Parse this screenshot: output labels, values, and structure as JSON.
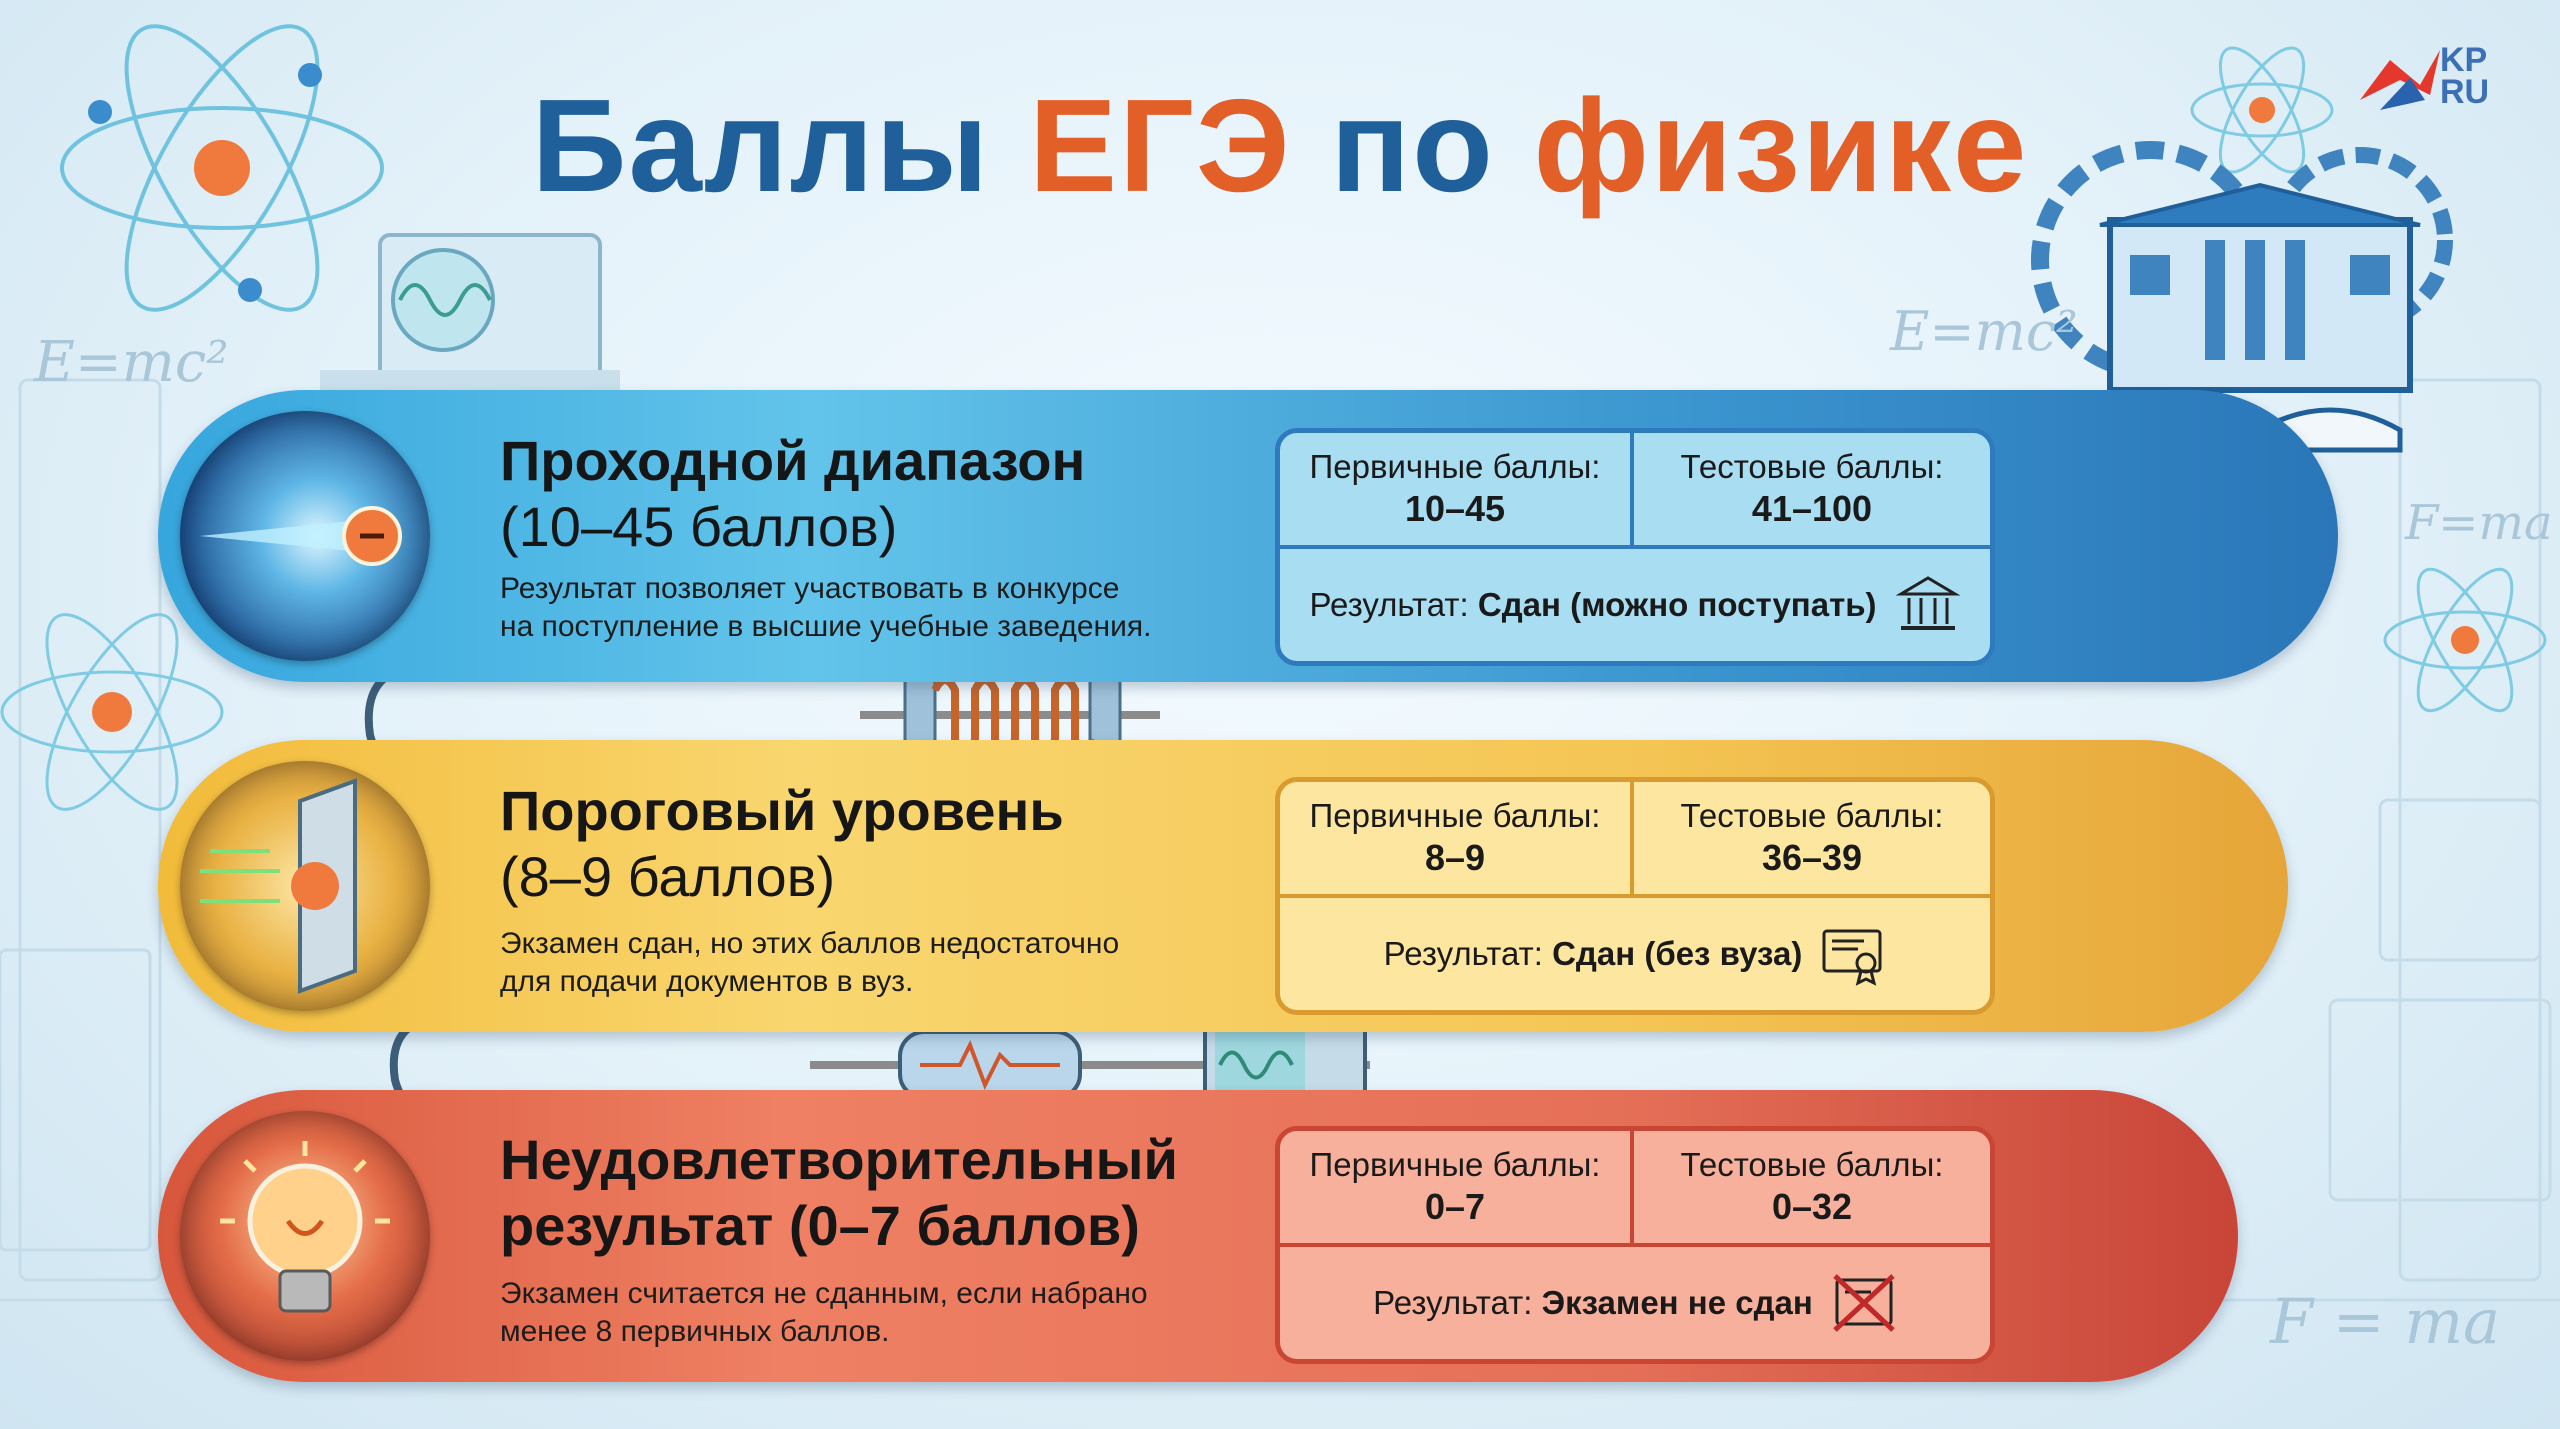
{
  "title": {
    "part1": "Баллы",
    "part2": "ЕГЭ",
    "part3": "по",
    "part4": "физике"
  },
  "logo": {
    "line1": "KP",
    "line2": "RU"
  },
  "formulas": [
    "E=mc²",
    "E=mc²",
    "F=ma",
    "F = ma"
  ],
  "labels": {
    "primary": "Первичные баллы:",
    "test": "Тестовые баллы:",
    "result": "Результат:"
  },
  "levels": [
    {
      "heading_line1": "Проходной диапазон",
      "heading_line2": "(10–45 баллов)",
      "desc_line1": "Результат позволяет участвовать в конкурсе",
      "desc_line2": "на поступление в высшие учебные заведения.",
      "primary": "10–45",
      "test": "41–100",
      "result": "Сдан (можно поступать)",
      "result_icon": "university-icon",
      "color": "#2d7bbd"
    },
    {
      "heading_line1": "Пороговый уровень",
      "heading_line2": "(8–9 баллов)",
      "desc_line1": "Экзамен сдан, но этих баллов недостаточно",
      "desc_line2": "для подачи документов в вуз.",
      "primary": "8–9",
      "test": "36–39",
      "result": "Сдан (без вуза)",
      "result_icon": "certificate-icon",
      "color": "#d99a2f"
    },
    {
      "heading_line1": "Неудовлетворительный",
      "heading_line2": "результат (0–7 баллов)",
      "desc_line1": "Экзамен считается не сданным, если набрано",
      "desc_line2": "менее 8 первичных баллов.",
      "primary": "0–7",
      "test": "0–32",
      "result": "Экзамен не сдан",
      "result_icon": "crossed-document-icon",
      "color": "#c94634"
    }
  ]
}
